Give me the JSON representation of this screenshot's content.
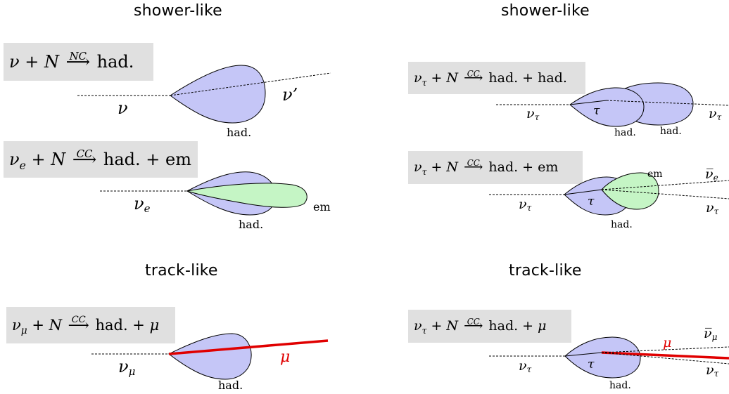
{
  "headings": {
    "tl": "shower-like",
    "tr": "shower-like",
    "bl": "track-like",
    "br": "track-like"
  },
  "panels": {
    "nc": {
      "eq_lhs": "ν + N",
      "eq_arrow_label": "NC",
      "eq_rhs": "had.",
      "in_label": "ν",
      "out_label": "ν’",
      "had_label": "had."
    },
    "cc_e": {
      "eq_lhs": "νe + N",
      "eq_arrow_label": "CC",
      "eq_rhs": "had. + em",
      "in_label": "νe",
      "em_label": "em",
      "had_label": "had."
    },
    "cc_mu": {
      "eq_lhs": "νμ + N",
      "eq_arrow_label": "CC",
      "eq_rhs": "had. + μ",
      "in_label": "νμ",
      "mu_label": "μ",
      "had_label": "had."
    },
    "tau_had": {
      "eq_lhs": "ντ + N",
      "eq_arrow_label": "CC",
      "eq_rhs": "had. + had.",
      "in_label": "ντ",
      "tau_label": "τ",
      "had1_label": "had.",
      "had2_label": "had.",
      "out_label": "ντ"
    },
    "tau_em": {
      "eq_lhs": "ντ + N",
      "eq_arrow_label": "CC",
      "eq_rhs": "had. + em",
      "in_label": "ντ",
      "tau_label": "τ",
      "em_label": "em",
      "had_label": "had.",
      "anti_label": "ν̅e",
      "out_label": "ντ"
    },
    "tau_mu": {
      "eq_lhs": "ντ + N",
      "eq_arrow_label": "CC",
      "eq_rhs": "had. + μ",
      "in_label": "ντ",
      "tau_label": "τ",
      "mu_label": "μ",
      "had_label": "had.",
      "anti_label": "ν̅μ",
      "out_label": "ντ"
    }
  },
  "colors": {
    "hadron_fill": "#c5c6f7",
    "em_fill": "#c5f5c5",
    "muon": "#e00000",
    "box": "#e0e0e0"
  }
}
